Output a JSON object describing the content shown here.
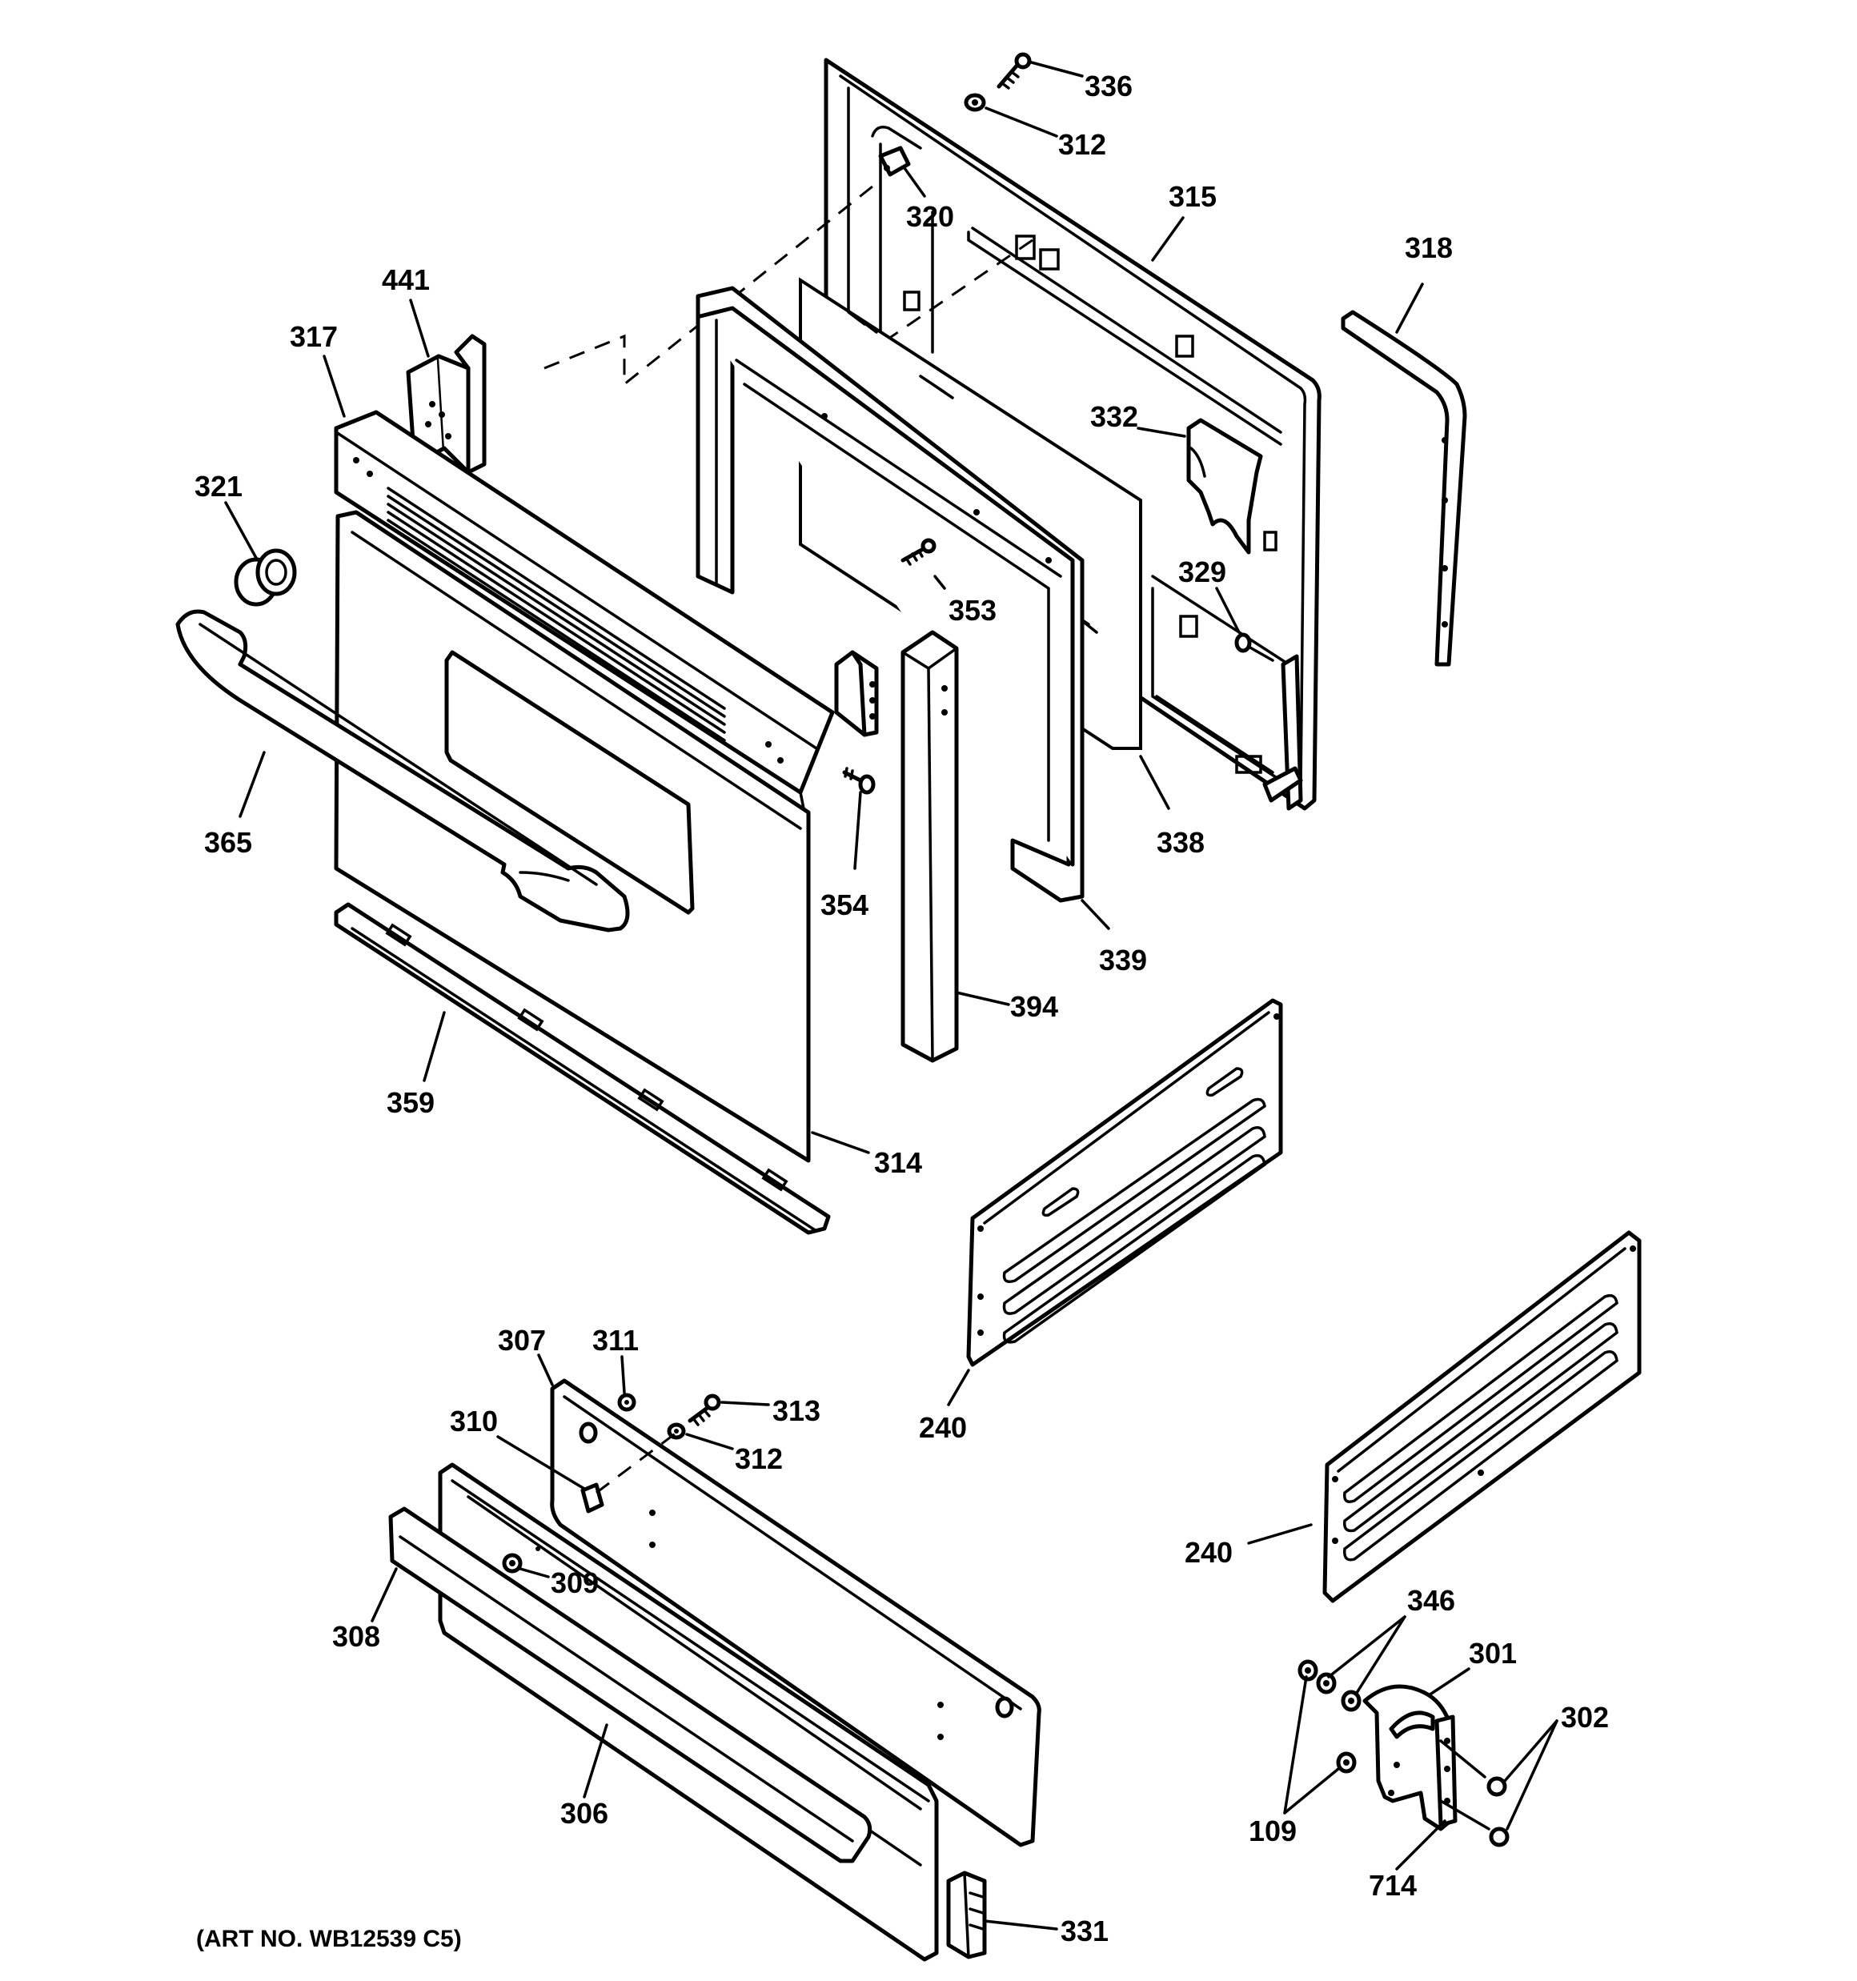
{
  "figure": {
    "art_number": "(ART NO. WB12539 C5)"
  },
  "callouts": {
    "c336": "336",
    "c312a": "312",
    "c315": "315",
    "c320": "320",
    "c318": "318",
    "c441": "441",
    "c317": "317",
    "c332": "332",
    "c321": "321",
    "c329": "329",
    "c353": "353",
    "c365": "365",
    "c338": "338",
    "c354": "354",
    "c339": "339",
    "c394": "394",
    "c359": "359",
    "c314": "314",
    "c240a": "240",
    "c307": "307",
    "c311": "311",
    "c313": "313",
    "c310": "310",
    "c312b": "312",
    "c240b": "240",
    "c309": "309",
    "c308": "308",
    "c346": "346",
    "c301": "301",
    "c302": "302",
    "c306": "306",
    "c109": "109",
    "c714": "714",
    "c331": "331"
  }
}
